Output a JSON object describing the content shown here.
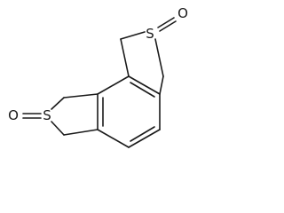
{
  "structure": {
    "atoms": [
      {
        "id": "s_top",
        "symbol": "S"
      },
      {
        "id": "o_top",
        "symbol": "O"
      },
      {
        "id": "s_left",
        "symbol": "S"
      },
      {
        "id": "o_left",
        "symbol": "O"
      }
    ]
  }
}
